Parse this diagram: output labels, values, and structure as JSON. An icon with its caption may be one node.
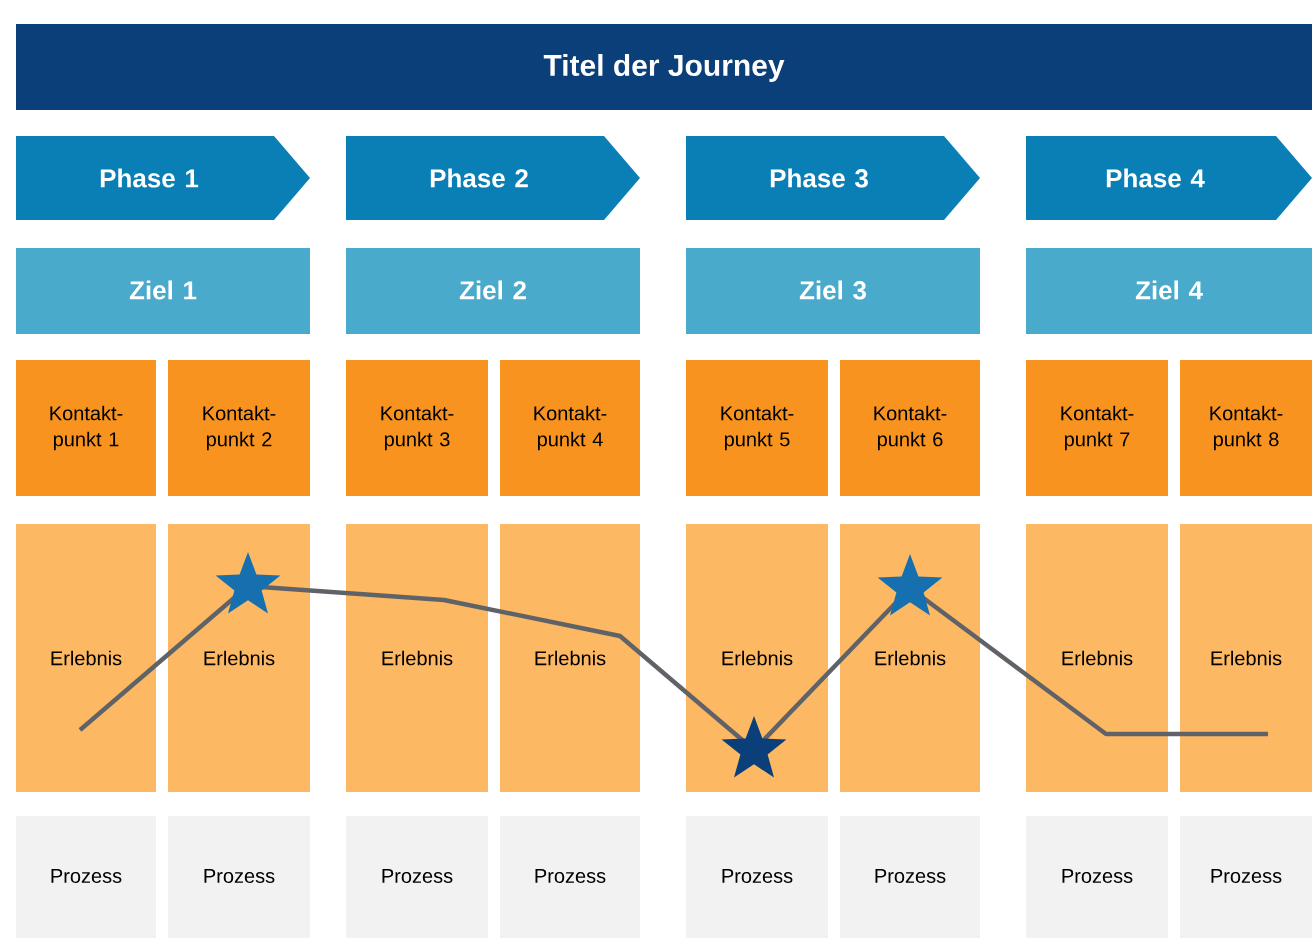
{
  "diagram": {
    "title": "Titel der Journey",
    "nodes": [
      {
        "text": [
          "Phase 1"
        ]
      },
      {
        "text": [
          "Phase 2"
        ]
      },
      {
        "text": [
          "Phase 3"
        ]
      },
      {
        "text": [
          "Phase 4"
        ]
      },
      {
        "text": [
          "Ziel 1"
        ]
      },
      {
        "text": [
          "Ziel 2"
        ]
      },
      {
        "text": [
          "Ziel 3"
        ]
      },
      {
        "text": [
          "Ziel 4"
        ]
      },
      {
        "text": [
          "Kontakt-punkt 1"
        ]
      },
      {
        "text": [
          "Kontakt-punkt 2"
        ]
      },
      {
        "text": [
          "Kontakt-punkt 3"
        ]
      },
      {
        "text": [
          "Kontakt-punkt 4"
        ]
      },
      {
        "text": [
          "Kontakt-punkt 5"
        ]
      },
      {
        "text": [
          "Kontakt-punkt 6"
        ]
      },
      {
        "text": [
          "Kontakt-punkt 7"
        ]
      },
      {
        "text": [
          "Kontakt-punkt 8"
        ]
      },
      {
        "text": [
          "Erlebnis"
        ]
      },
      {
        "text": [
          "Erlebnis"
        ]
      },
      {
        "text": [
          "Erlebnis"
        ]
      },
      {
        "text": [
          "Erlebnis"
        ]
      },
      {
        "text": [
          "Erlebnis"
        ]
      },
      {
        "text": [
          "Erlebnis"
        ]
      },
      {
        "text": [
          "Erlebnis"
        ]
      },
      {
        "text": [
          "Erlebnis"
        ]
      },
      {
        "text": [
          "Prozess"
        ]
      },
      {
        "text": [
          "Prozess"
        ]
      },
      {
        "text": [
          "Prozess"
        ]
      },
      {
        "text": [
          "Prozess"
        ]
      },
      {
        "text": [
          "Prozess"
        ]
      },
      {
        "text": [
          "Prozess"
        ]
      },
      {
        "text": [
          "Prozess"
        ]
      },
      {
        "text": [
          "Prozess"
        ]
      }
    ]
  }
}
